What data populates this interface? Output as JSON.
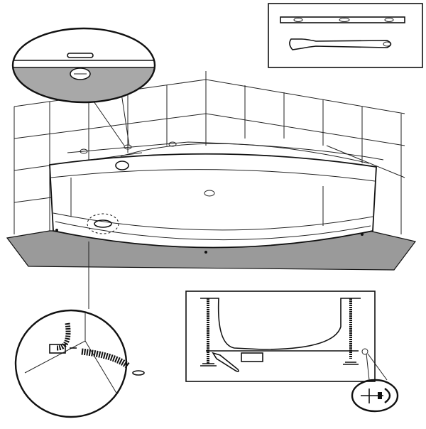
{
  "diagram": {
    "subject": "corner-bathtub-installation",
    "colors": {
      "ink": "#111111",
      "floor": "#9a9a9a",
      "detail_fill": "#a8a8a8",
      "background": "#ffffff"
    },
    "callouts": [
      "level-and-wrench-tools",
      "bath-level-check-detail",
      "drain-connection-detail",
      "leg-adjustment-detail",
      "panel-screw-detail"
    ]
  }
}
